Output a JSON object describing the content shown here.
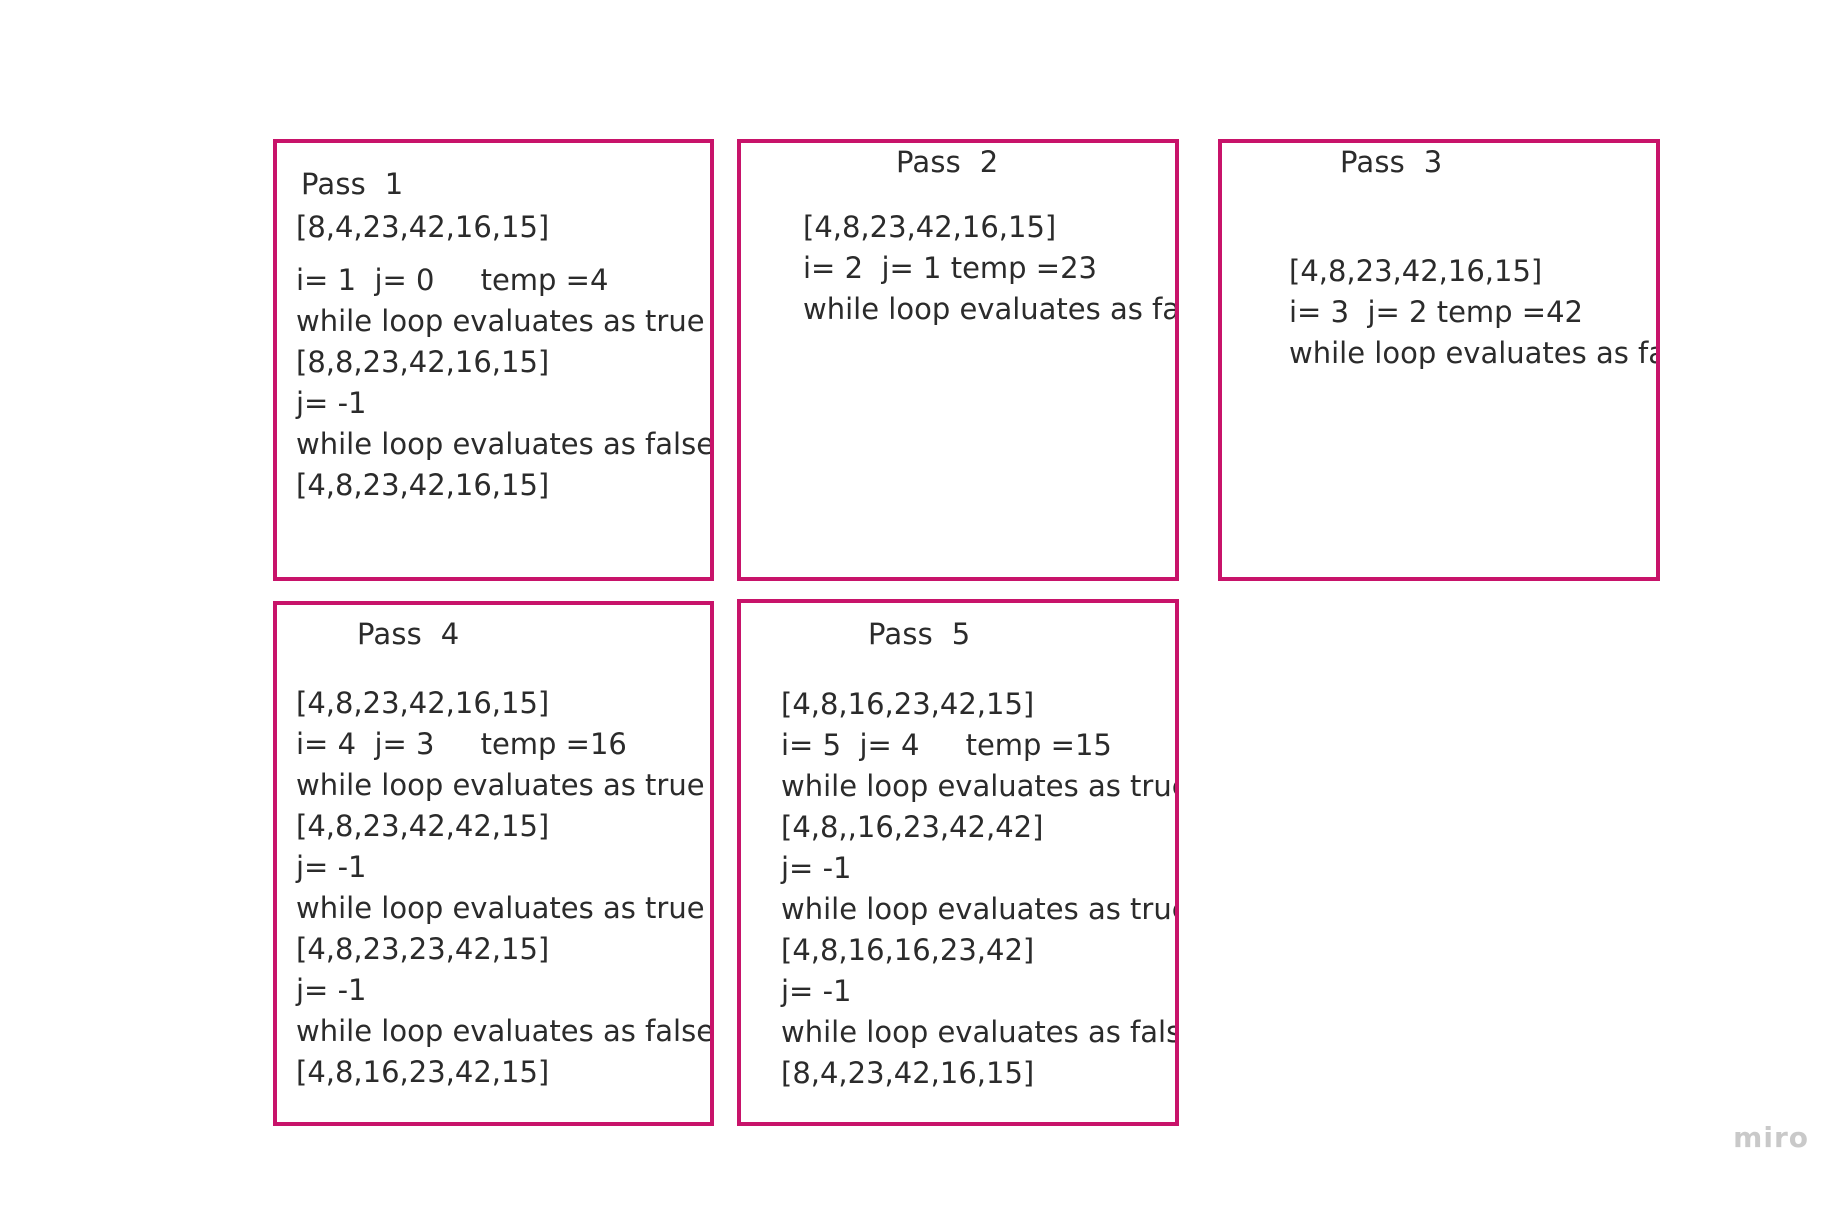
{
  "frames": [
    {
      "title": "Pass  1",
      "first_line": "[8,4,23,42,16,15]",
      "lines": [
        "i= 1  j= 0     temp =4",
        "while loop evaluates as true",
        "[8,8,23,42,16,15]",
        "j= -1",
        "while loop evaluates as false",
        "[4,8,23,42,16,15]"
      ]
    },
    {
      "title": "Pass  2",
      "lines": [
        "[4,8,23,42,16,15]",
        "i= 2  j= 1 temp =23",
        "while loop evaluates as false"
      ]
    },
    {
      "title": "Pass  3",
      "lines": [
        "[4,8,23,42,16,15]",
        "i= 3  j= 2 temp =42",
        "while loop evaluates as false"
      ]
    },
    {
      "title": "Pass  4",
      "lines": [
        "[4,8,23,42,16,15]",
        "i= 4  j= 3     temp =16",
        "while loop evaluates as true",
        "[4,8,23,42,42,15]",
        "j= -1",
        "while loop evaluates as true",
        "[4,8,23,23,42,15]",
        "j= -1",
        "while loop evaluates as false",
        "[4,8,16,23,42,15]"
      ]
    },
    {
      "title": "Pass  5",
      "lines": [
        "[4,8,16,23,42,15]",
        "i= 5  j= 4     temp =15",
        "while loop evaluates as true",
        "[4,8,,16,23,42,42]",
        "j= -1",
        "while loop evaluates as true",
        "[4,8,16,16,23,42]",
        "j= -1",
        "while loop evaluates as false",
        "[8,4,23,42,16,15]"
      ]
    }
  ],
  "watermark": "miro",
  "colors": {
    "frame_border": "#c8136a",
    "text": "#2b2b2b",
    "watermark": "#c9c9c9",
    "background": "#ffffff"
  }
}
